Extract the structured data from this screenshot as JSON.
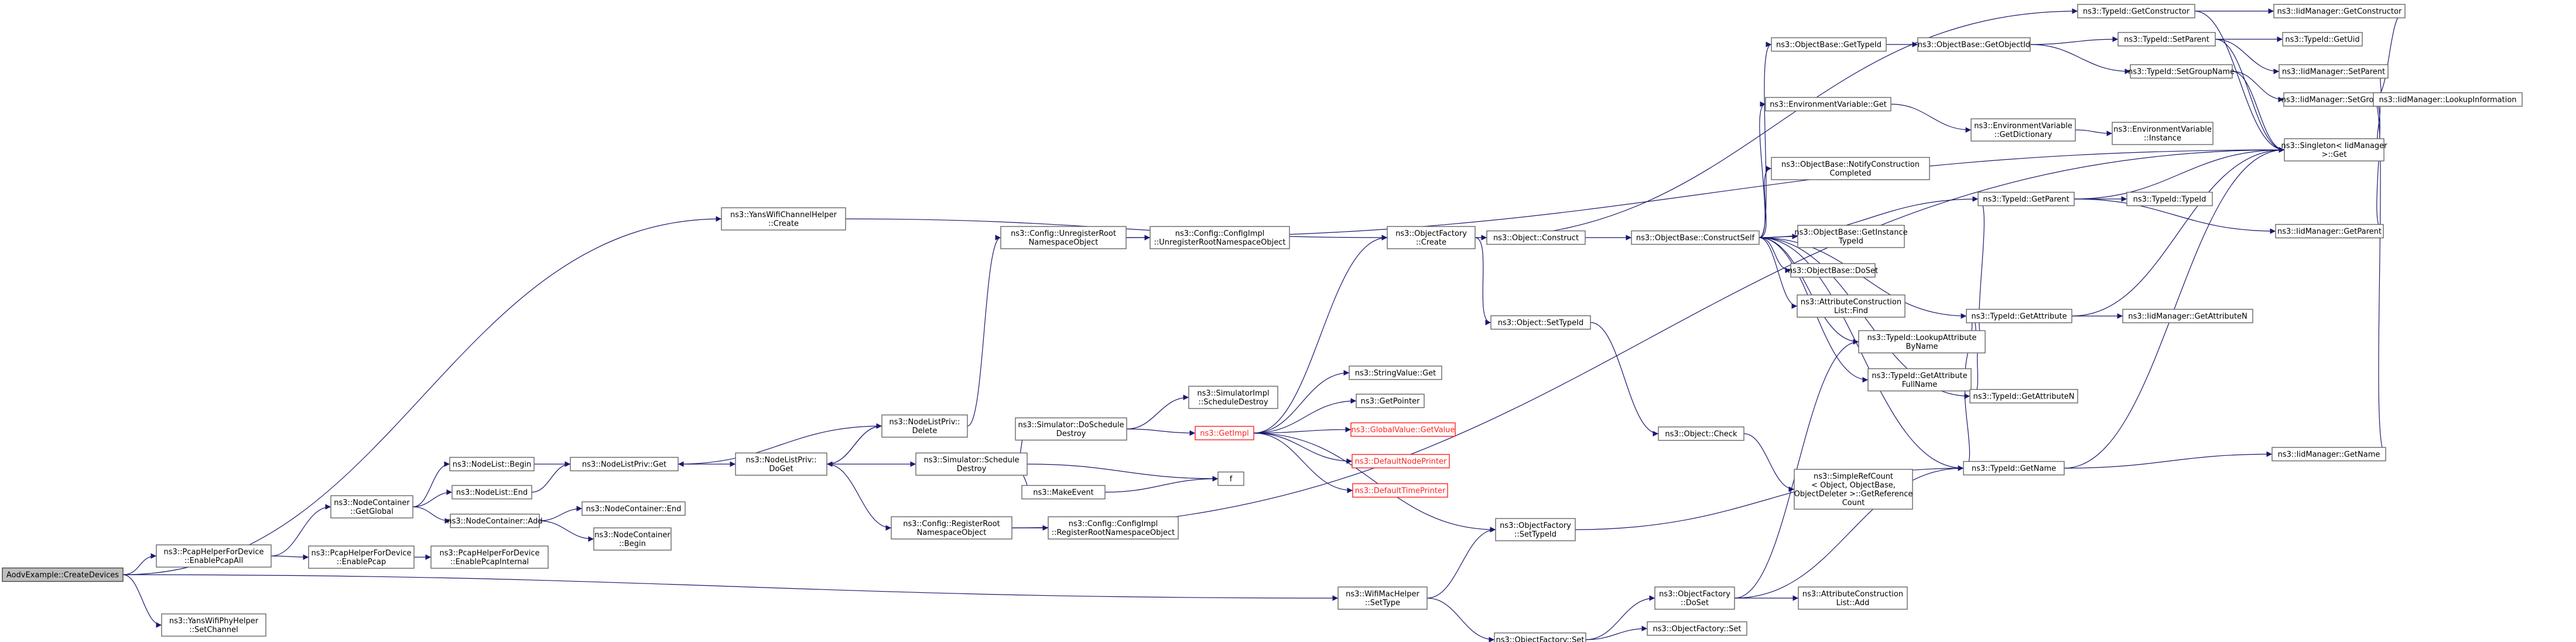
{
  "graph": {
    "edge_color": "#191970",
    "edge_color_red": "#8b1a1a",
    "root_fill": "#bfbfbf",
    "missing_node_color": "#ff2020",
    "nodes": [
      {
        "id": "n1",
        "lines": [
          "AodvExample::CreateDevices"
        ],
        "style": "root"
      },
      {
        "id": "n2",
        "lines": [
          "ns3::PcapHelperForDevice",
          "::EnablePcapAll"
        ]
      },
      {
        "id": "n3",
        "lines": [
          "ns3::YansWifiChannelHelper",
          "::Create"
        ]
      },
      {
        "id": "n4",
        "lines": [
          "ns3::WifiMacHelper",
          "::SetType"
        ]
      },
      {
        "id": "n5",
        "lines": [
          "ns3::YansWifiPhyHelper",
          "::SetChannel"
        ]
      },
      {
        "id": "n6",
        "lines": [
          "ns3::NodeContainer",
          "::GetGlobal"
        ]
      },
      {
        "id": "n7",
        "lines": [
          "ns3::PcapHelperForDevice",
          "::EnablePcap"
        ]
      },
      {
        "id": "n8",
        "lines": [
          "ns3::PcapHelperForDevice",
          "::EnablePcapInternal"
        ]
      },
      {
        "id": "n9",
        "lines": [
          "ns3::NodeList::Begin"
        ]
      },
      {
        "id": "n10",
        "lines": [
          "ns3::NodeList::End"
        ]
      },
      {
        "id": "n11",
        "lines": [
          "ns3::NodeContainer::Add"
        ]
      },
      {
        "id": "n12",
        "lines": [
          "ns3::NodeContainer::End"
        ]
      },
      {
        "id": "n13",
        "lines": [
          "ns3::NodeContainer",
          "::Begin"
        ]
      },
      {
        "id": "n14",
        "lines": [
          "ns3::NodeListPriv::Get"
        ]
      },
      {
        "id": "n15",
        "lines": [
          "ns3::NodeListPriv::",
          "DoGet"
        ]
      },
      {
        "id": "n16",
        "lines": [
          "ns3::NodeListPriv::",
          "Delete"
        ]
      },
      {
        "id": "n17",
        "lines": [
          "ns3::Simulator::Schedule",
          "Destroy"
        ]
      },
      {
        "id": "n18",
        "lines": [
          "ns3::Config::RegisterRoot",
          "NamespaceObject"
        ]
      },
      {
        "id": "n19",
        "lines": [
          "ns3::Config::UnregisterRoot",
          "NamespaceObject"
        ]
      },
      {
        "id": "n20",
        "lines": [
          "ns3::Config::ConfigImpl",
          "::UnregisterRootNamespaceObject"
        ]
      },
      {
        "id": "n21",
        "lines": [
          "ns3::Simulator::DoSchedule",
          "Destroy"
        ]
      },
      {
        "id": "n22",
        "lines": [
          "ns3::MakeEvent"
        ]
      },
      {
        "id": "n23",
        "lines": [
          "ns3::Config::ConfigImpl",
          "::RegisterRootNamespaceObject"
        ]
      },
      {
        "id": "n24",
        "lines": [
          "ns3::SimulatorImpl",
          "::ScheduleDestroy"
        ]
      },
      {
        "id": "n25",
        "lines": [
          "ns3::GetImpl"
        ],
        "style": "red"
      },
      {
        "id": "n26",
        "lines": [
          "f"
        ]
      },
      {
        "id": "n27",
        "lines": [
          "ns3::ObjectFactory",
          "::Create"
        ]
      },
      {
        "id": "n28",
        "lines": [
          "ns3::StringValue::Get"
        ]
      },
      {
        "id": "n29",
        "lines": [
          "ns3::GetPointer"
        ]
      },
      {
        "id": "n30",
        "lines": [
          "ns3::GlobalValue::GetValue"
        ],
        "style": "red"
      },
      {
        "id": "n31",
        "lines": [
          "ns3::DefaultNodePrinter"
        ],
        "style": "red"
      },
      {
        "id": "n32",
        "lines": [
          "ns3::DefaultTimePrinter"
        ],
        "style": "red"
      },
      {
        "id": "n33",
        "lines": [
          "ns3::ObjectFactory",
          "::SetTypeId"
        ]
      },
      {
        "id": "n34",
        "lines": [
          "ns3::ObjectFactory::Set"
        ]
      },
      {
        "id": "n35",
        "lines": [
          "ns3::Object::Construct"
        ]
      },
      {
        "id": "n36",
        "lines": [
          "ns3::Object::SetTypeId"
        ]
      },
      {
        "id": "n37",
        "lines": [
          "ns3::ObjectFactory",
          "::DoSet"
        ]
      },
      {
        "id": "n38",
        "lines": [
          "ns3::ObjectFactory::Set"
        ]
      },
      {
        "id": "n39",
        "lines": [
          "ns3::ObjectBase::ConstructSelf"
        ]
      },
      {
        "id": "n40",
        "lines": [
          "ns3::Object::Check"
        ]
      },
      {
        "id": "n41",
        "lines": [
          "ns3::SimpleRefCount",
          "< Object, ObjectBase,",
          "ObjectDeleter >::GetReference",
          "Count"
        ]
      },
      {
        "id": "n42",
        "lines": [
          "ns3::AttributeConstruction",
          "List::Add"
        ]
      },
      {
        "id": "n43",
        "lines": [
          "ns3::ObjectBase::GetTypeId"
        ]
      },
      {
        "id": "n44",
        "lines": [
          "ns3::EnvironmentVariable::Get"
        ]
      },
      {
        "id": "n45",
        "lines": [
          "ns3::ObjectBase::NotifyConstruction",
          "Completed"
        ]
      },
      {
        "id": "n46",
        "lines": [
          "ns3::ObjectBase::GetInstance",
          "TypeId"
        ]
      },
      {
        "id": "n47",
        "lines": [
          "ns3::ObjectBase::DoSet"
        ]
      },
      {
        "id": "n48",
        "lines": [
          "ns3::AttributeConstruction",
          "List::Find"
        ]
      },
      {
        "id": "n49",
        "lines": [
          "ns3::TypeId::LookupAttribute",
          "ByName"
        ]
      },
      {
        "id": "n50",
        "lines": [
          "ns3::TypeId::GetAttribute",
          "FullName"
        ]
      },
      {
        "id": "n51",
        "lines": [
          "ns3::ObjectBase::GetObjectId"
        ]
      },
      {
        "id": "n52",
        "lines": [
          "ns3::EnvironmentVariable",
          "::GetDictionary"
        ]
      },
      {
        "id": "n53",
        "lines": [
          "ns3::EnvironmentVariable",
          "::Instance"
        ]
      },
      {
        "id": "n54",
        "lines": [
          "ns3::TypeId::GetParent"
        ]
      },
      {
        "id": "n55",
        "lines": [
          "ns3::TypeId::GetAttribute"
        ]
      },
      {
        "id": "n56",
        "lines": [
          "ns3::TypeId::GetAttributeN"
        ]
      },
      {
        "id": "n57",
        "lines": [
          "ns3::TypeId::GetName"
        ]
      },
      {
        "id": "n58",
        "lines": [
          "ns3::TypeId::GetConstructor"
        ]
      },
      {
        "id": "n59",
        "lines": [
          "ns3::TypeId::SetParent"
        ]
      },
      {
        "id": "n60",
        "lines": [
          "ns3::TypeId::SetGroupName"
        ]
      },
      {
        "id": "n61",
        "lines": [
          "ns3::TypeId::TypeId"
        ]
      },
      {
        "id": "n62",
        "lines": [
          "ns3::IidManager::GetAttributeN"
        ]
      },
      {
        "id": "n63",
        "lines": [
          "ns3::IidManager::GetName"
        ]
      },
      {
        "id": "n64",
        "lines": [
          "ns3::IidManager::GetConstructor"
        ]
      },
      {
        "id": "n65",
        "lines": [
          "ns3::TypeId::GetUid"
        ]
      },
      {
        "id": "n66",
        "lines": [
          "ns3::IidManager::SetParent"
        ]
      },
      {
        "id": "n67",
        "lines": [
          "ns3::IidManager::SetGroupName"
        ]
      },
      {
        "id": "n68",
        "lines": [
          "ns3::Singleton< IidManager",
          ">::Get"
        ]
      },
      {
        "id": "n69",
        "lines": [
          "ns3::IidManager::GetParent"
        ]
      },
      {
        "id": "n70",
        "lines": [
          "ns3::IidManager::LookupInformation"
        ]
      }
    ],
    "edges": [
      [
        "n1",
        "n2"
      ],
      [
        "n1",
        "n3"
      ],
      [
        "n1",
        "n4"
      ],
      [
        "n1",
        "n5"
      ],
      [
        "n2",
        "n6"
      ],
      [
        "n2",
        "n7"
      ],
      [
        "n7",
        "n8"
      ],
      [
        "n6",
        "n9"
      ],
      [
        "n6",
        "n10"
      ],
      [
        "n6",
        "n11"
      ],
      [
        "n11",
        "n12"
      ],
      [
        "n11",
        "n13"
      ],
      [
        "n9",
        "n14"
      ],
      [
        "n10",
        "n14"
      ],
      [
        "n14",
        "n15"
      ],
      [
        "n15",
        "n16"
      ],
      [
        "n16",
        "n15"
      ],
      [
        "n16",
        "n14"
      ],
      [
        "n16",
        "n19"
      ],
      [
        "n15",
        "n17"
      ],
      [
        "n15",
        "n18"
      ],
      [
        "n17",
        "n21"
      ],
      [
        "n17",
        "n22"
      ],
      [
        "n17",
        "n26"
      ],
      [
        "n22",
        "n26"
      ],
      [
        "n19",
        "n20"
      ],
      [
        "n18",
        "n23"
      ],
      [
        "n21",
        "n24"
      ],
      [
        "n21",
        "n25"
      ],
      [
        "n25",
        "n27"
      ],
      [
        "n25",
        "n28"
      ],
      [
        "n25",
        "n29"
      ],
      [
        "n25",
        "n30"
      ],
      [
        "n25",
        "n31"
      ],
      [
        "n25",
        "n32"
      ],
      [
        "n25",
        "n33"
      ],
      [
        "n3",
        "n27"
      ],
      [
        "n4",
        "n33"
      ],
      [
        "n4",
        "n34"
      ],
      [
        "n27",
        "n35"
      ],
      [
        "n27",
        "n36"
      ],
      [
        "n27",
        "n58"
      ],
      [
        "n33",
        "n57"
      ],
      [
        "n34",
        "n37"
      ],
      [
        "n34",
        "n38"
      ],
      [
        "n35",
        "n39"
      ],
      [
        "n36",
        "n40"
      ],
      [
        "n40",
        "n41"
      ],
      [
        "n37",
        "n42"
      ],
      [
        "n37",
        "n49"
      ],
      [
        "n37",
        "n57"
      ],
      [
        "n39",
        "n43"
      ],
      [
        "n39",
        "n44"
      ],
      [
        "n39",
        "n45"
      ],
      [
        "n39",
        "n46"
      ],
      [
        "n39",
        "n47"
      ],
      [
        "n39",
        "n48"
      ],
      [
        "n39",
        "n54"
      ],
      [
        "n39",
        "n55"
      ],
      [
        "n39",
        "n49"
      ],
      [
        "n39",
        "n50"
      ],
      [
        "n39",
        "n56"
      ],
      [
        "n39",
        "n57"
      ],
      [
        "n43",
        "n51"
      ],
      [
        "n44",
        "n52"
      ],
      [
        "n52",
        "n53"
      ],
      [
        "n51",
        "n59"
      ],
      [
        "n51",
        "n60"
      ],
      [
        "n49",
        "n54"
      ],
      [
        "n49",
        "n55"
      ],
      [
        "n49",
        "n56"
      ],
      [
        "n50",
        "n55"
      ],
      [
        "n50",
        "n57"
      ],
      [
        "n54",
        "n61"
      ],
      [
        "n54",
        "n68"
      ],
      [
        "n54",
        "n69"
      ],
      [
        "n55",
        "n62"
      ],
      [
        "n55",
        "n68"
      ],
      [
        "n57",
        "n63"
      ],
      [
        "n57",
        "n68"
      ],
      [
        "n58",
        "n64"
      ],
      [
        "n58",
        "n68"
      ],
      [
        "n59",
        "n65"
      ],
      [
        "n59",
        "n66"
      ],
      [
        "n59",
        "n68"
      ],
      [
        "n60",
        "n67"
      ],
      [
        "n60",
        "n68"
      ],
      [
        "n18",
        "n68"
      ],
      [
        "n19",
        "n68"
      ],
      [
        "n64",
        "n70"
      ],
      [
        "n66",
        "n70"
      ],
      [
        "n67",
        "n70"
      ],
      [
        "n68",
        "n70"
      ],
      [
        "n69",
        "n70"
      ],
      [
        "n63",
        "n70"
      ]
    ]
  }
}
